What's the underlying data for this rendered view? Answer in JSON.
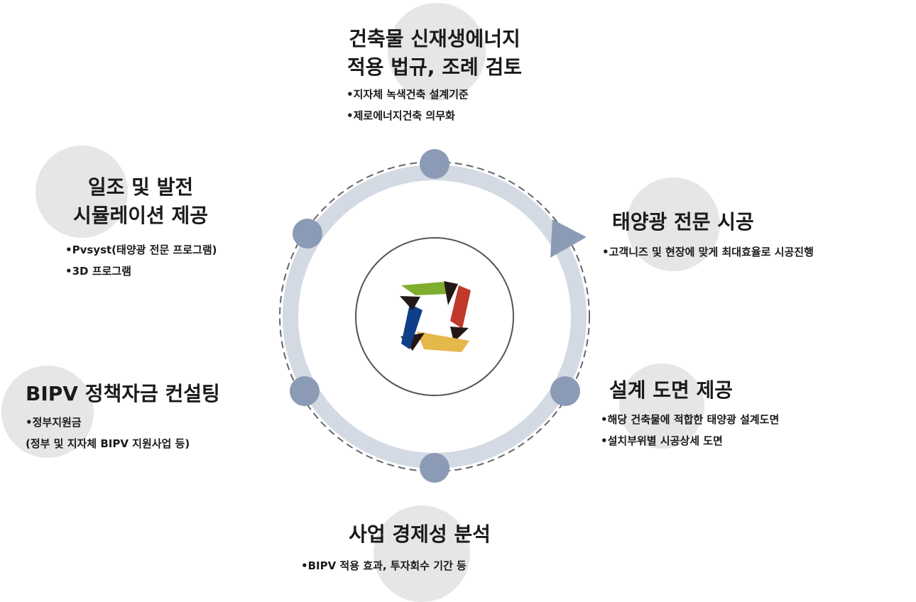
{
  "colors": {
    "ring": "#d3dae4",
    "node": "#8b9bb5",
    "dash": "#666666",
    "blob": "#e6e6e6",
    "logo_green": "#7fae2e",
    "logo_red": "#c0392b",
    "logo_blue": "#0f3f86",
    "logo_yellow": "#e4b84a",
    "logo_dark": "#231815"
  },
  "sections": {
    "top": {
      "title_lines": [
        "건축물 신재생에너지",
        "적용 법규, 조례 검토"
      ],
      "bullets": [
        "•지자체 녹색건축 설계기준",
        "•제로에너지건축 의무화"
      ]
    },
    "right_top": {
      "title_lines": [
        "태양광 전문 시공"
      ],
      "bullets": [
        "•고객니즈 및 현장에 맞게 최대효율로 시공진행"
      ]
    },
    "right_bottom": {
      "title_lines": [
        "설계 도면 제공"
      ],
      "bullets": [
        "•해당 건축물에 적합한 태양광 설계도면",
        "•설치부위별 시공상세 도면"
      ]
    },
    "bottom": {
      "title_lines": [
        "사업 경제성 분석"
      ],
      "bullets": [
        "•BIPV 적용 효과, 투자회수 기간 등"
      ]
    },
    "left_bottom": {
      "title_lines": [
        "BIPV 정책자금 컨설팅"
      ],
      "bullets": [
        "•정부지원금",
        " (정부 및 지자체 BIPV 지원사업 등)"
      ]
    },
    "left_top": {
      "title_lines": [
        "일조 및 발전",
        "시뮬레이션 제공"
      ],
      "bullets": [
        "•Pvsyst(태양광 전문 프로그램)",
        "•3D 프로그램"
      ]
    }
  }
}
